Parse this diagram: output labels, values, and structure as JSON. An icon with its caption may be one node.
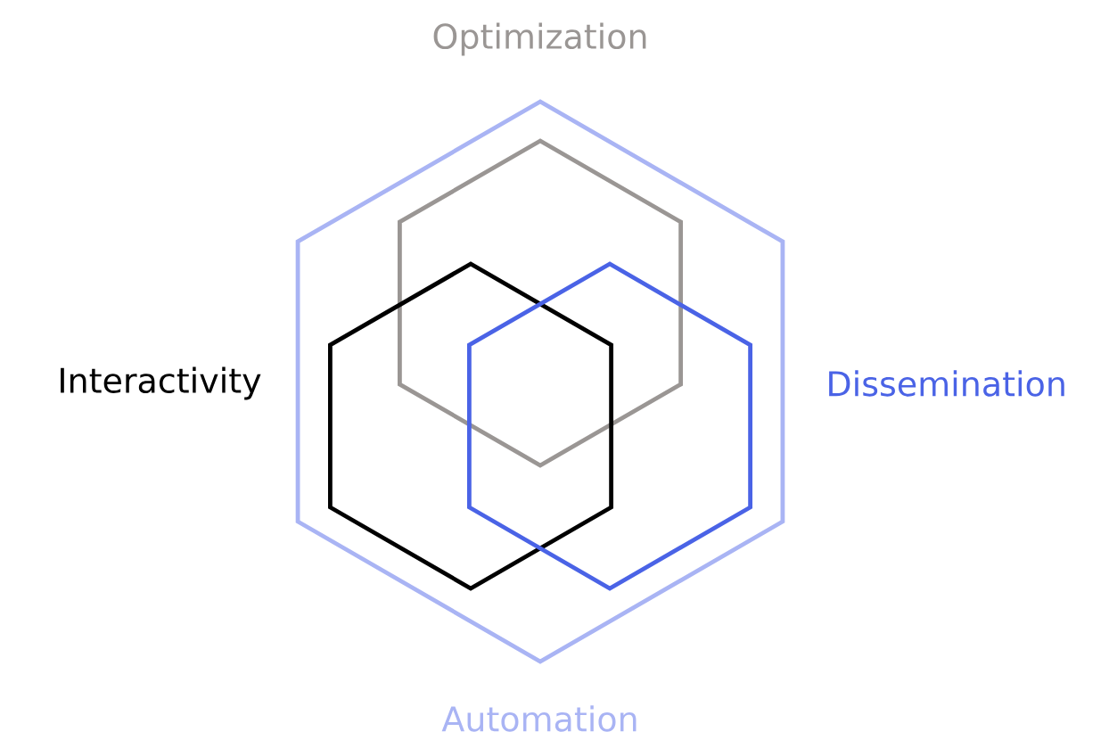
{
  "diagram": {
    "nodes": [
      {
        "text": [
          "Automation"
        ]
      },
      {
        "text": [
          "Optimization"
        ],
        "in": 0
      },
      {
        "text": [
          "Interactivity"
        ],
        "in": 0
      },
      {
        "text": [
          "Dissemination"
        ],
        "in": 0
      }
    ]
  }
}
